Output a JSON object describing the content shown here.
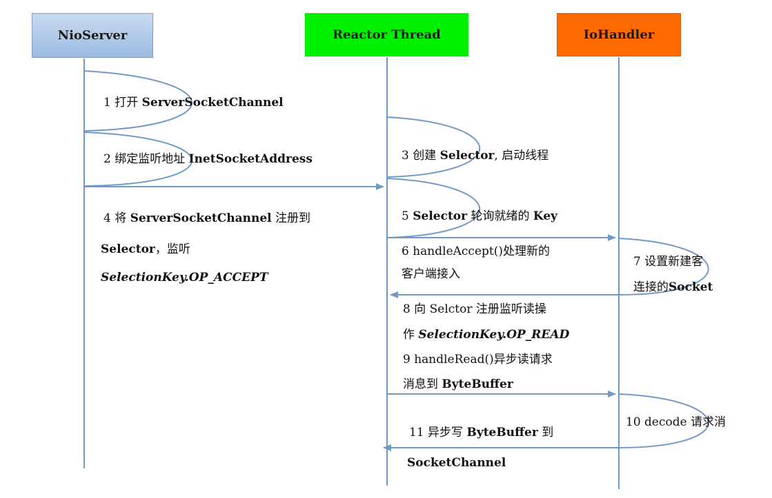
{
  "lifelines": {
    "nio_server": "NioServer",
    "reactor_thread": "Reactor Thread",
    "io_handler": "IoHandler"
  },
  "colors": {
    "nio_header": "#b4cbea",
    "reactor_header": "#00f000",
    "io_header": "#ff6a00",
    "line": "#6f9ac8"
  },
  "steps": {
    "s1": {
      "a": "1 打开 ",
      "b": "ServerSocketChannel"
    },
    "s2": {
      "a": "2 绑定监听地址 ",
      "b": "InetSocketAddress"
    },
    "s3": {
      "a": "3 创建 ",
      "b": "Selector",
      "c": ", 启动线程"
    },
    "s4": {
      "a": "4 将 ",
      "b": "ServerSocketChannel",
      "c": " 注册到",
      "d": "Selector",
      "e": "，监听",
      "f": "SelectionKey.OP_ACCEPT"
    },
    "s5": {
      "a": "5 ",
      "b": "Selector",
      "c": " 轮询就绪的 ",
      "d": "Key"
    },
    "s6": {
      "a": "6 handleAccept()处理新的",
      "b": "客户端接入"
    },
    "s7": {
      "a": "7 设置新建客",
      "b": "连接的",
      "c": "Socket"
    },
    "s8": {
      "a": "8 向 Selctor 注册监听读操",
      "b": "作 ",
      "c": "SelectionKey.OP_READ"
    },
    "s9": {
      "a": "9 handleRead()异步读请求",
      "b": "消息到 ",
      "c": "ByteBuffer"
    },
    "s10": {
      "a": "10 decode 请求消"
    },
    "s11": {
      "a": "11 异步写 ",
      "b": "ByteBuffer",
      "c": " 到",
      "d": "SocketChannel"
    }
  }
}
